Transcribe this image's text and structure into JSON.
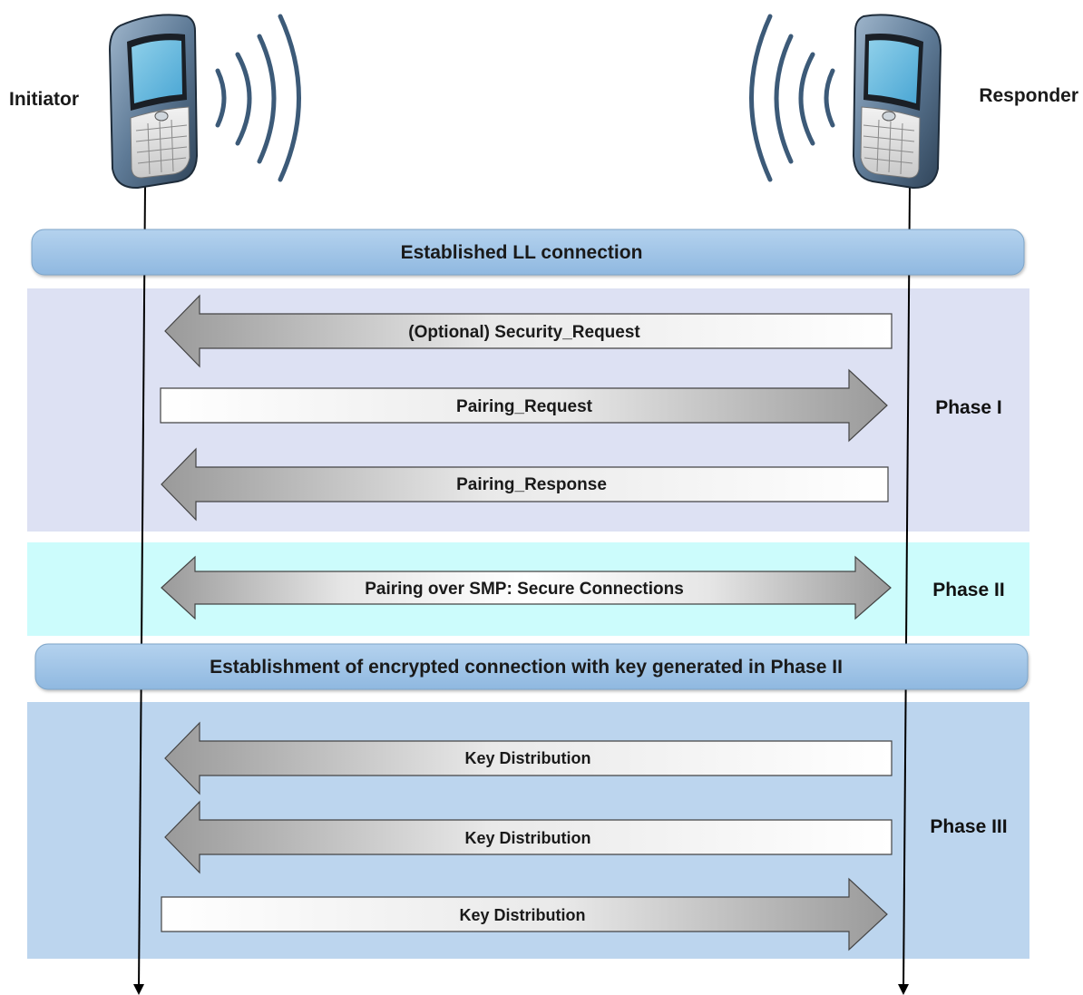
{
  "actors": {
    "initiator": "Initiator",
    "responder": "Responder"
  },
  "bands": {
    "ll_connection": "Established LL connection",
    "encrypted_connection": "Establishment of encrypted connection with key generated in Phase II"
  },
  "phases": {
    "phase1": "Phase I",
    "phase2": "Phase II",
    "phase3": "Phase III"
  },
  "messages": [
    {
      "label": "(Optional) Security_Request",
      "direction": "left"
    },
    {
      "label": "Pairing_Request",
      "direction": "right"
    },
    {
      "label": "Pairing_Response",
      "direction": "left"
    },
    {
      "label": "Pairing over SMP: Secure Connections",
      "direction": "both"
    },
    {
      "label": "Key Distribution",
      "direction": "left"
    },
    {
      "label": "Key Distribution",
      "direction": "left"
    },
    {
      "label": "Key Distribution",
      "direction": "right"
    }
  ],
  "colors": {
    "phase1_bg": "#dde1f3",
    "phase2_bg": "#ccfcfc",
    "phase3_bg": "#bcd5ee",
    "band_fill": "#9ec3e6",
    "wave": "#3c5a78"
  }
}
